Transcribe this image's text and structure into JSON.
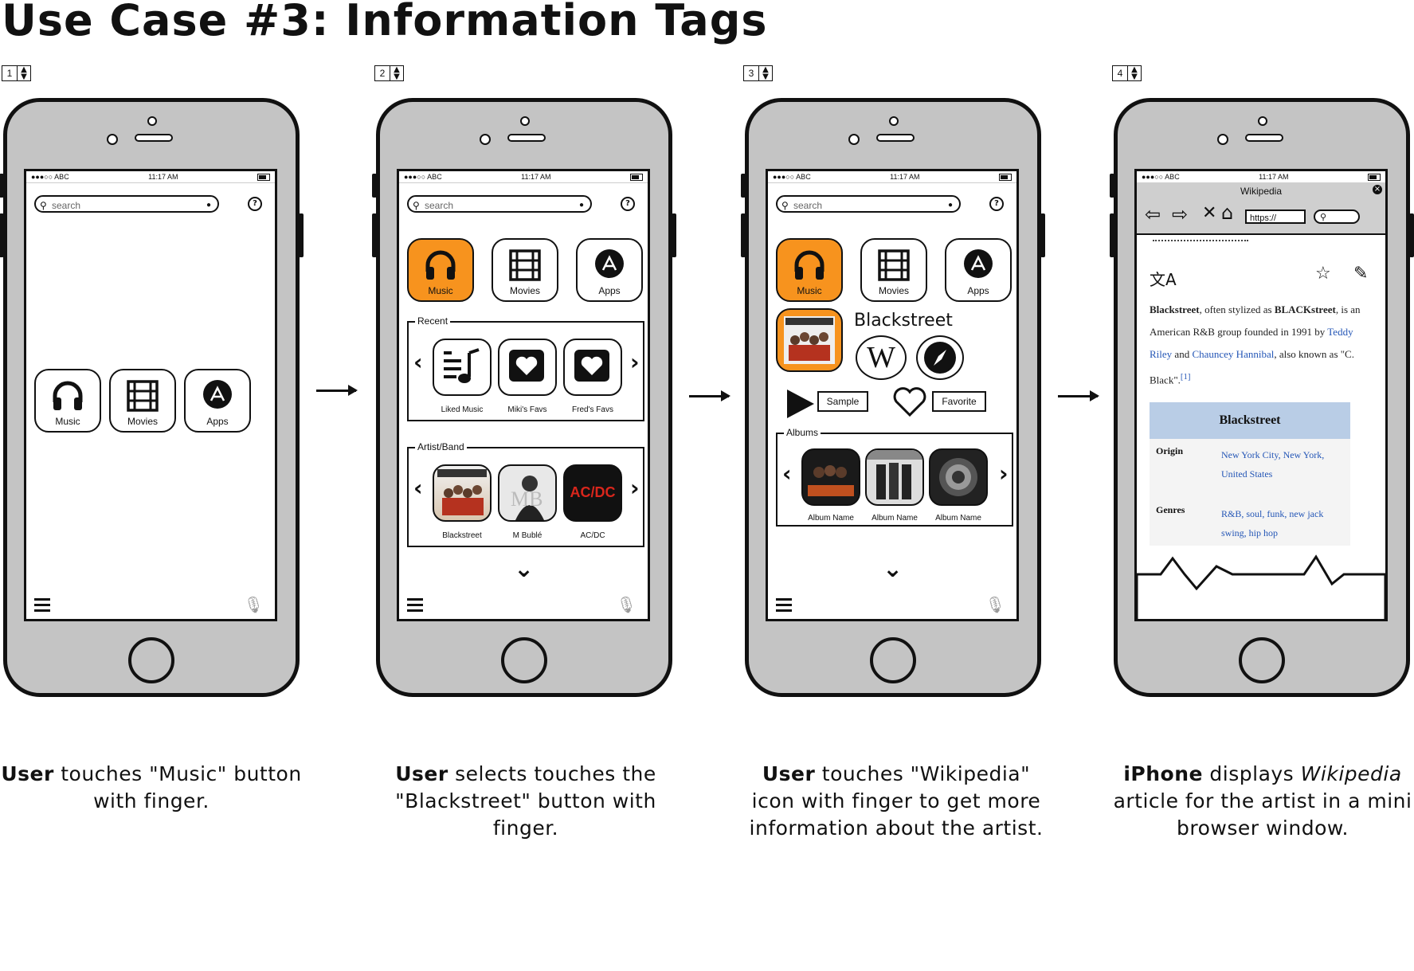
{
  "title": "Use Case #3: Information Tags",
  "steps": [
    "1",
    "2",
    "3",
    "4"
  ],
  "status": {
    "carrier": "●●●○○ ABC",
    "time": "11:17 AM"
  },
  "search_placeholder": "search",
  "apps": {
    "music": "Music",
    "movies": "Movies",
    "apps": "Apps"
  },
  "screen2": {
    "recent_label": "Recent",
    "recent": [
      "Liked Music",
      "Miki's Favs",
      "Fred's Favs"
    ],
    "artist_label": "Artist/Band",
    "artists": [
      "Blackstreet",
      "M Bublé",
      "AC/DC"
    ],
    "acdc_logo": "AC/DC"
  },
  "screen3": {
    "artist": "Blackstreet",
    "wiki_glyph": "W",
    "sample": "Sample",
    "favorite": "Favorite",
    "albums_label": "Albums",
    "albums": [
      "Album Name",
      "Album Name",
      "Album Name"
    ]
  },
  "screen4": {
    "browser_title": "Wikipedia",
    "url": "https://",
    "intro": {
      "bold1": "Blackstreet",
      "t1": ", often stylized as ",
      "bold2": "BLACKstreet",
      "t2": ", is an American R&B group founded in 1991 by ",
      "link1": "Teddy Riley",
      "t3": " and ",
      "link2": "Chauncey Hannibal",
      "t4": ", also known as \"C. Black\".",
      "ref": "[1]"
    },
    "infobox_title": "Blackstreet",
    "rows": [
      {
        "key": "Origin",
        "value": "New York City, New York, United States"
      },
      {
        "key": "Genres",
        "value": "R&B, soul, funk, new jack swing, hip hop"
      }
    ]
  },
  "captions": [
    {
      "bold": "User",
      "rest": " touches \"Music\" button with finger."
    },
    {
      "bold": "User",
      "rest": " selects touches the \"Blackstreet\" button with finger."
    },
    {
      "bold": "User",
      "rest": " touches \"Wikipedia\" icon with finger to get more information about the artist."
    },
    {
      "bold": "iPhone",
      "rest_a": " displays ",
      "italic": "Wikipedia",
      "rest_b": " article for the artist in a mini browser window."
    }
  ]
}
